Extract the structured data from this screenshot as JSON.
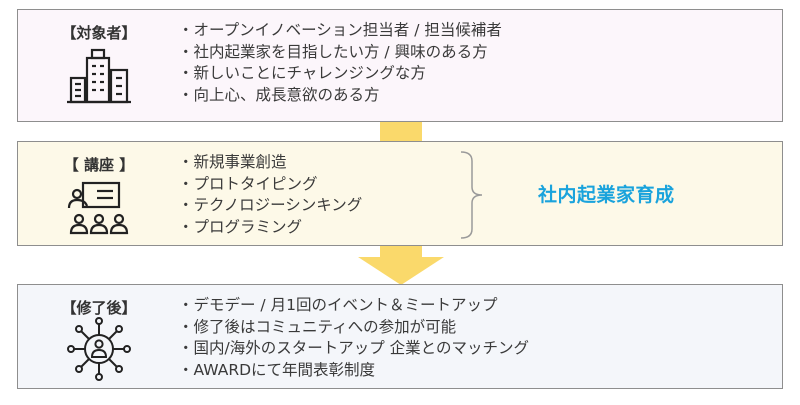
{
  "sections": [
    {
      "label": "【対象者】",
      "icon": "office-building-icon",
      "items": [
        "・オープンイノベーション担当者 / 担当候補者",
        "・社内起業家を目指したい方 / 興味のある方",
        "・新しいことにチャレンジングな方",
        "・向上心、成長意欲のある方"
      ]
    },
    {
      "label": "【 講座 】",
      "icon": "presentation-audience-icon",
      "items": [
        "・新規事業創造",
        "・プロトタイピング",
        "・テクノロジーシンキング",
        "・プログラミング"
      ],
      "highlight": "社内起業家育成"
    },
    {
      "label": "【修了後】",
      "icon": "network-person-icon",
      "items": [
        "・デモデー / 月1回のイベント＆ミートアップ",
        "・修了後はコミュニティへの参加が可能",
        "・国内/海外のスタートアップ 企業とのマッチング",
        "・AWARDにて年間表彰制度"
      ]
    }
  ],
  "colors": {
    "box1_bg": "#fcf6fb",
    "box2_bg": "#fdf9e8",
    "box3_bg": "#f4f6fa",
    "arrow": "#fad96b",
    "highlight": "#1aa3dc",
    "border": "#8e8e8e"
  }
}
